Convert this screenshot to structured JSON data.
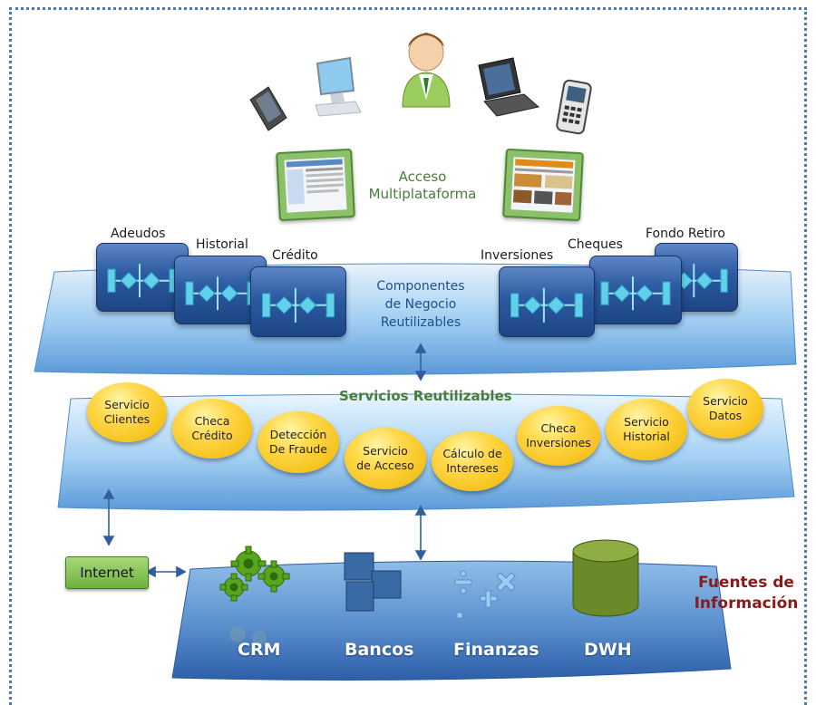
{
  "access": {
    "title_line1": "Acceso",
    "title_line2": "Multiplataforma"
  },
  "components": {
    "title_line1": "Componentes",
    "title_line2": "de Negocio",
    "title_line3": "Reutilizables",
    "labels": {
      "adeudos": "Adeudos",
      "historial": "Historial",
      "credito": "Crédito",
      "inversiones": "Inversiones",
      "cheques": "Cheques",
      "fondo_retiro": "Fondo Retiro"
    }
  },
  "services": {
    "title": "Servicios Reutilizables",
    "items": [
      "Servicio\nClientes",
      "Checa\nCrédito",
      "Detección\nDe Fraude",
      "Servicio\nde Acceso",
      "Cálculo de\nIntereses",
      "Checa\nInversiones",
      "Servicio\nHistorial",
      "Servicio\nDatos"
    ]
  },
  "sources": {
    "internet": "Internet",
    "title_line1": "Fuentes de",
    "title_line2": "Información",
    "items": [
      "CRM",
      "Bancos",
      "Finanzas",
      "DWH"
    ]
  },
  "colors": {
    "frame": "#4a78b0",
    "platform": "#7fb7e8",
    "platform_dark": "#2f64ad",
    "component": "#2c5aa0",
    "service_bubble": "#ffd84a",
    "green_label": "#4a7d3c",
    "fuentes_label": "#8a1a1a"
  },
  "icons": [
    "person-icon",
    "desktop-icon",
    "pda-icon",
    "laptop-icon",
    "mobile-phone-icon",
    "gears-icon",
    "cubes-icon",
    "math-symbols-icon",
    "database-cylinder-icon"
  ]
}
